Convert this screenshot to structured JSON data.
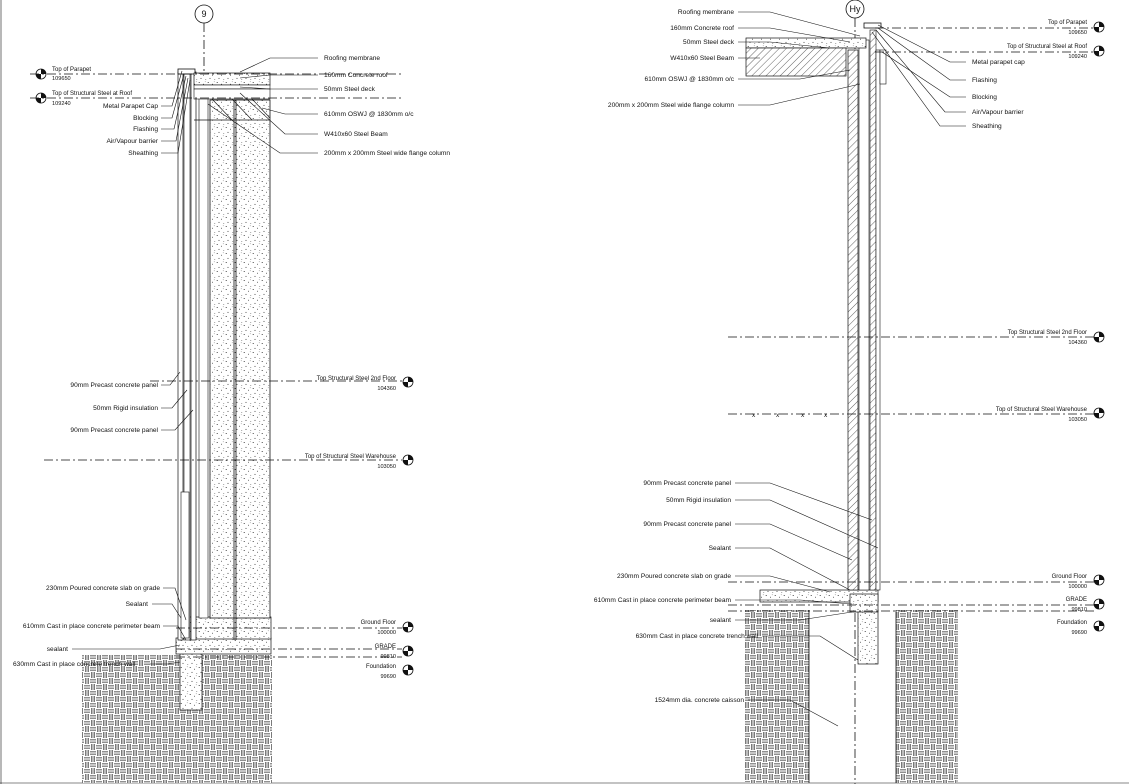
{
  "left_section": {
    "grid_label": "9",
    "levels": [
      {
        "name": "Top of Parapet",
        "value": "109650"
      },
      {
        "name": "Top of Structural Steel at Roof",
        "value": "109240"
      },
      {
        "name": "Top Structural Steel 2nd Floor",
        "value": "104360"
      },
      {
        "name": "Top of Structural Steel Warehouse",
        "value": "103050"
      },
      {
        "name": "Ground Floor",
        "value": "100000"
      },
      {
        "name": "GRADE",
        "value": "99810"
      },
      {
        "name": "Foundation",
        "value": "99690"
      }
    ],
    "labels_right": [
      "Roofing membrane",
      "160mm Concrete roof",
      "50mm Steel deck",
      "610mm OSWJ @ 1830mm o/c",
      "W410x60 Steel Beam",
      "200mm x 200mm Steel wide flange column"
    ],
    "labels_left_top": [
      "Metal Parapet Cap",
      "Blocking",
      "Flashing",
      "Air/Vapour barrier",
      "Sheathing"
    ],
    "labels_left_mid": [
      "90mm Precast concrete panel",
      "50mm Rigid insulation",
      "90mm Precast concrete panel"
    ],
    "labels_left_bottom": [
      "230mm Poured concrete slab on grade",
      "Sealant",
      "610mm Cast in place concrete perimeter beam",
      "sealant",
      "630mm Cast in place concrete trench wall"
    ]
  },
  "right_section": {
    "grid_label": "Hy",
    "levels": [
      {
        "name": "Top of Parapet",
        "value": "109650"
      },
      {
        "name": "Top of Structural Steel at Roof",
        "value": "109240"
      },
      {
        "name": "Top Structural Steel 2nd Floor",
        "value": "104360"
      },
      {
        "name": "Top of Structural Steel Warehouse",
        "value": "103050"
      },
      {
        "name": "Ground Floor",
        "value": "100000"
      },
      {
        "name": "GRADE",
        "value": "99810"
      },
      {
        "name": "Foundation",
        "value": "99690"
      }
    ],
    "labels_left_top": [
      "Roofing membrane",
      "160mm Concrete roof",
      "50mm Steel deck",
      "W410x60 Steel Beam",
      "610mm OSWJ @ 1830mm o/c",
      "200mm x 200mm Steel wide flange column"
    ],
    "labels_right_top": [
      "Metal parapet cap",
      "Flashing",
      "Blocking",
      "Air/Vapour barrier",
      "Sheathing"
    ],
    "labels_left_mid": [
      "90mm Precast concrete panel",
      "50mm Rigid insulation",
      "90mm Precast concrete panel",
      "Sealant",
      "230mm Poured concrete slab on grade",
      "610mm Cast in place concrete perimeter beam",
      "sealant",
      "630mm Cast in place concrete trench wall",
      "1524mm dia. concrete caisson"
    ]
  }
}
